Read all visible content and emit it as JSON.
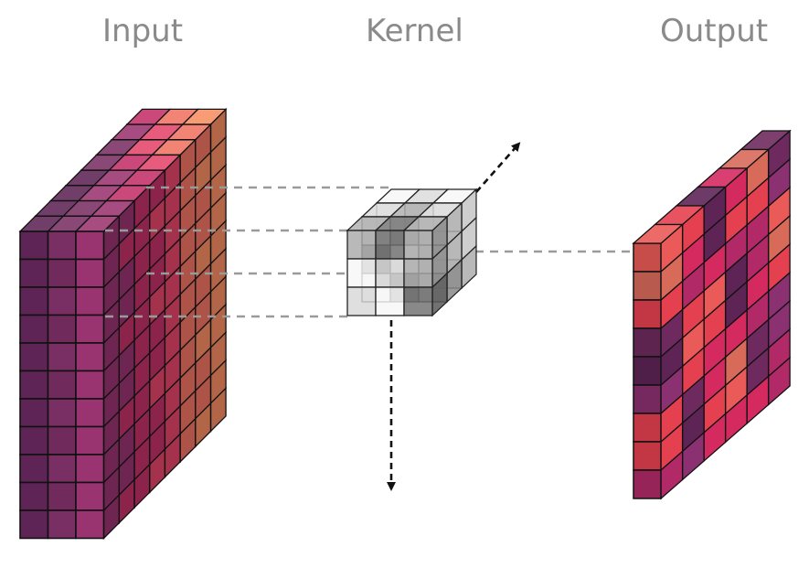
{
  "labels": {
    "input": "Input",
    "kernel": "Kernel",
    "output": "Output"
  },
  "colors": {
    "background": "#ffffff",
    "caption": "#8a8a8a",
    "guide_line": "#9a9a9a",
    "cube_edge": "#111111",
    "arrow": "#111111",
    "kernel_gray_dark": "#6f6f6f",
    "kernel_gray_mid": "#a9a9a9",
    "kernel_gray_light": "#d8d8d8",
    "kernel_white": "#f6f6f6",
    "input_palette": [
      "#5e2456",
      "#7a2f64",
      "#9a3470",
      "#c33068",
      "#e4456a",
      "#f07362",
      "#f78e62",
      "#e98d5d"
    ],
    "output_palette": [
      "#5e2456",
      "#6e2a5e",
      "#8b3070",
      "#b12a67",
      "#d52a60",
      "#e5404f",
      "#ea5a58",
      "#d86a5a"
    ]
  },
  "figure": {
    "input_volume": {
      "depth_slices": 8,
      "columns": 3,
      "rows": 11
    },
    "kernel": {
      "size": 3
    },
    "output_map": {
      "rows": 9,
      "depth": 1
    },
    "arrows": [
      "depth-direction",
      "downward-slide"
    ]
  }
}
